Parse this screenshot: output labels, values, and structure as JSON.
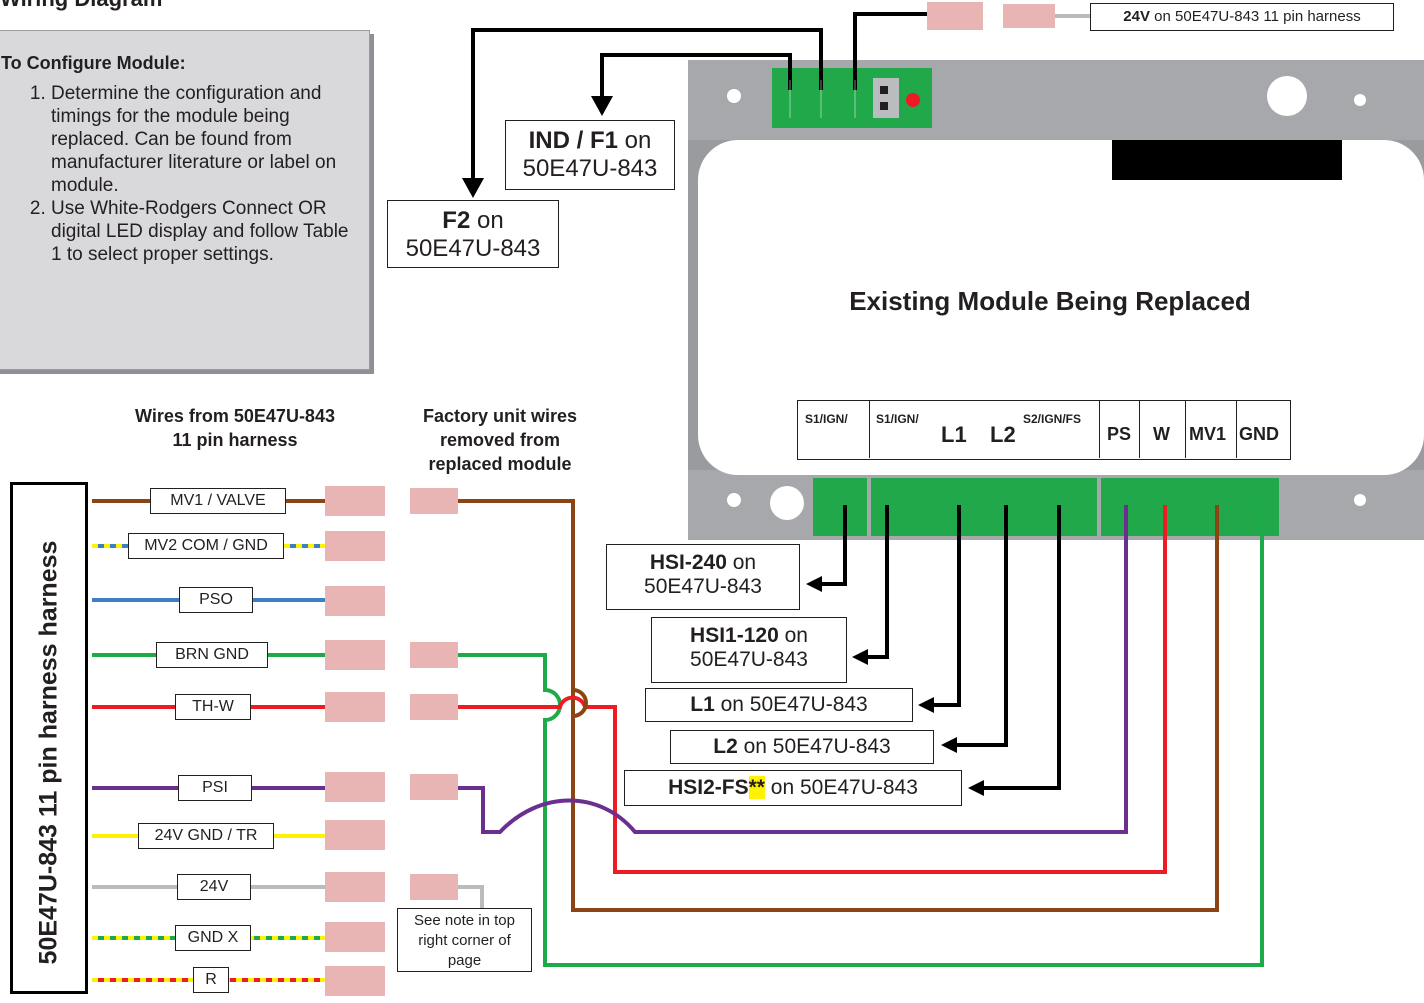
{
  "page_title": "Wiring Diagram",
  "config": {
    "heading": "To Configure Module:",
    "steps": [
      "Determine the configuration and timings for the module being replaced. Can be found from manufacturer literature or label on module.",
      "Use White-Rodgers Connect OR digital LED display and follow Table 1 to select proper settings."
    ]
  },
  "top_note": {
    "bold": "24V",
    "rest": " on 50E47U-843 11 pin harness"
  },
  "ind_box": {
    "bold": "IND / F1",
    "rest": " on",
    "line2": "50E47U-843"
  },
  "f2_box": {
    "bold": "F2",
    "rest": " on",
    "line2": "50E47U-843"
  },
  "module_title": "Existing Module Being Replaced",
  "terminals": [
    "S1/IGN/",
    "S1/IGN/",
    "L1",
    "L2",
    "S2/IGN/FS",
    "PS",
    "W",
    "MV1",
    "GND"
  ],
  "col_left_header": [
    "Wires from 50E47U-843",
    "11 pin harness"
  ],
  "col_right_header": [
    "Factory unit wires",
    "removed from",
    "replaced module"
  ],
  "harness_label": "50E47U-843 11 pin harness harness",
  "wire_labels": [
    "MV1 / VALVE",
    "MV2 COM / GND",
    "PSO",
    "BRN GND",
    "TH-W",
    "PSI",
    "24V GND / TR",
    "24V",
    "GND X",
    "R"
  ],
  "right_boxes": {
    "hsi240": {
      "bold": "HSI-240",
      "rest": " on",
      "line2": "50E47U-843"
    },
    "hsi120": {
      "bold": "HSI1-120",
      "rest": " on",
      "line2": "50E47U-843"
    },
    "l1": {
      "bold": "L1",
      "rest": " on 50E47U-843"
    },
    "l2": {
      "bold": "L2",
      "rest": " on 50E47U-843"
    },
    "hsi2": {
      "bold": "HSI2-FS",
      "mark": "**",
      "rest": " on 50E47U-843"
    }
  },
  "note_box": [
    "See note in top",
    "right corner of",
    "page"
  ],
  "colors": {
    "brown": "#8b4513",
    "blue": "#3d7fc1",
    "green": "#1faa4a",
    "red": "#ed1c24",
    "purple": "#6b2f8f",
    "yellow": "#fff200",
    "gray": "#bbbbbb",
    "connector": "#e8b4b4",
    "pcb": "#20a84a",
    "housing": "#9a9b9f"
  }
}
